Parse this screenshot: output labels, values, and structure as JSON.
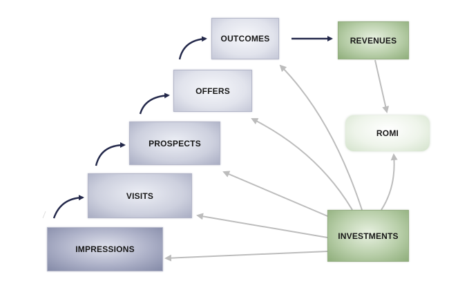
{
  "nodes": {
    "outcomes": "OUTCOMES",
    "revenues": "REVENUES",
    "offers": "OFFERS",
    "romi": "ROMI",
    "prospects": "PROSPECTS",
    "visits": "VISITS",
    "investments": "INVESTMENTS",
    "impressions": "IMPRESSIONS"
  },
  "colors": {
    "step_arrow": "#23284a",
    "gray_arrow": "#b8b8b8",
    "stage_fill": "#c9ccdb",
    "result_fill": "#b9cfaa"
  }
}
